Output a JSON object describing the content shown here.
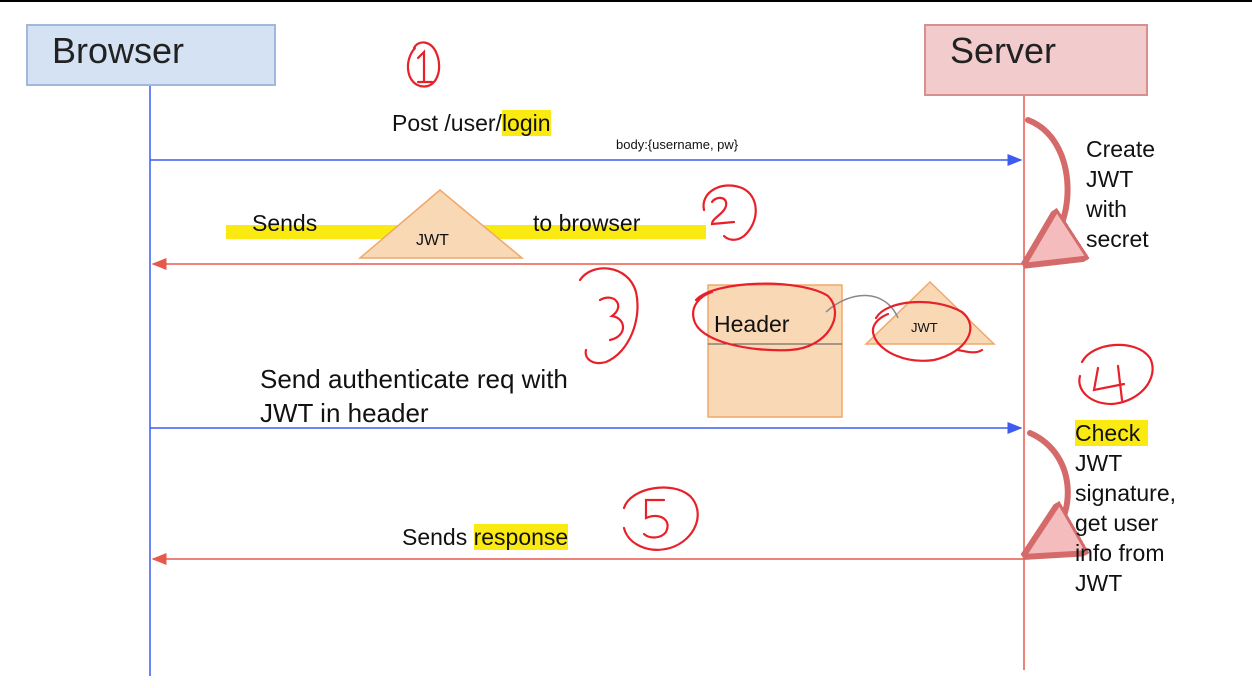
{
  "participants": {
    "browser": "Browser",
    "server": "Server"
  },
  "messages": {
    "login_prefix": "Post /user/",
    "login_highlight": "login",
    "login_body": "body:{username, pw}",
    "sends_left": "Sends",
    "sends_right": "to browser",
    "jwt_token": "JWT",
    "auth_req_line1": "Send authenticate req with",
    "auth_req_line2": "JWT in header",
    "header_label": "Header",
    "header_jwt": "JWT",
    "response_prefix": "Sends ",
    "response_highlight": "response"
  },
  "server_notes": {
    "create_jwt": [
      "Create",
      "JWT",
      "with",
      "secret"
    ],
    "check_highlight": "Check",
    "check_rest": [
      "JWT",
      "signature,",
      "get user",
      "info from",
      "JWT"
    ]
  },
  "step_numbers": [
    "1",
    "2",
    "3",
    "4",
    "5"
  ],
  "colors": {
    "browser_fill": "#d4e2f3",
    "server_fill": "#f2cccc",
    "request_arrow": "#3d5bf0",
    "response_arrow": "#e8584d",
    "highlight": "#fbea12",
    "jwt_fill": "#f9d8b6",
    "annotation": "#e8202a"
  }
}
